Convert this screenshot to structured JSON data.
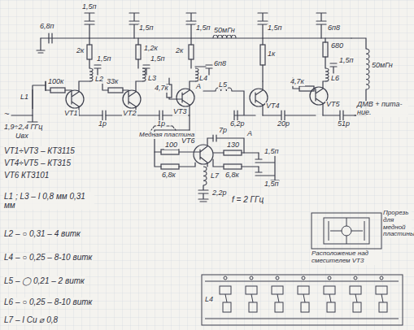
{
  "diagram": {
    "nodes": [
      {
        "text": [
          "Прорезь для медной пластины",
          "Расположение над смесителем VT3"
        ]
      }
    ],
    "labels": [
      "6,8п",
      "1,5п",
      "1,5п",
      "1,5п",
      "50мГн",
      "1,5п",
      "6п8",
      "2к",
      "1,5п",
      "1,2к",
      "1,5п",
      "2к",
      "6п8",
      "А",
      "1к",
      "680",
      "1,5п",
      "50мГн",
      "L2",
      "100к",
      "33к",
      "L3",
      "4,7к",
      "L4",
      "4,7к",
      "L6",
      "L1",
      "VT1",
      "VT2",
      "VT3",
      "L5",
      "VT4",
      "VT5",
      "1р",
      "1р",
      "6,2р",
      "20р",
      "51р",
      "ДМВ + пита-ние.",
      "~",
      "1,9÷2,4 ГГц",
      "Uвх",
      "Медная пластина",
      "VT6",
      "А",
      "7р",
      "1,5п",
      "1,5п",
      "100",
      "130",
      "6,8к",
      "6,8к",
      "L7",
      "2,2р",
      "f = 2 ГГц",
      "VT1÷VT3 – КТ3115",
      "VT4÷VT5 – КТ315",
      "VT6   КТ3101",
      "L1 ; L3 – I 0,8 мм 0,31 мм",
      "L2 – ○ 0,31 – 4 витк",
      "L4 – ○ 0,25 – 8-10 витк",
      "L5 – ◯ 0,21 – 2 витк",
      "L6 – ○ 0,25 – 8-10 витк",
      "L7 – I Cu ⌀ 0,8",
      "L4"
    ]
  }
}
